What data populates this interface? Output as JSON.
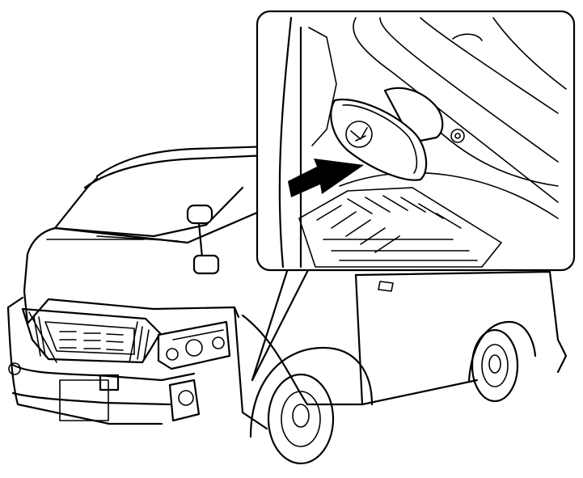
{
  "figure": {
    "subject": "van-with-fuel-filler-lid-detail",
    "callout": "detail-inset",
    "arrow_direction": "pull-outward",
    "line_color": "#000000",
    "background_color": "#ffffff"
  }
}
